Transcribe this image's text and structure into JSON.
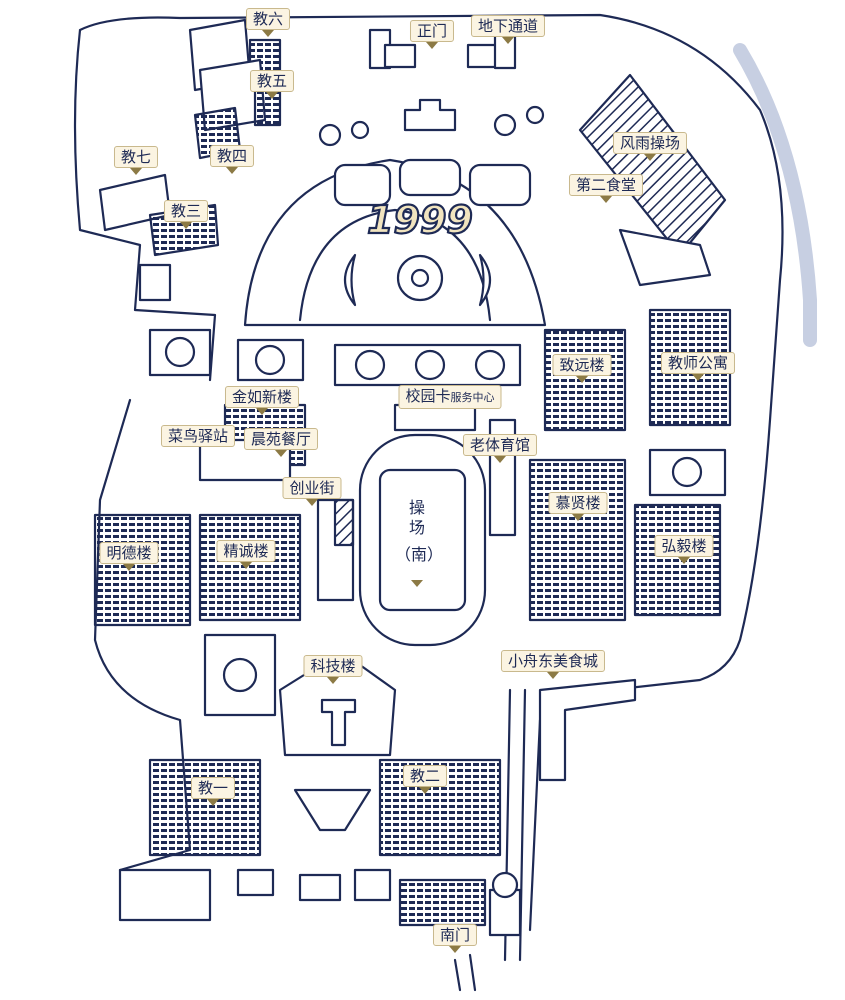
{
  "labels": {
    "jiaoliu": "教六",
    "zhengmen": "正门",
    "dixiatongdao": "地下通道",
    "jiaowu": "教五",
    "jiaoqi": "教七",
    "jiaosi": "教四",
    "fengyucaochang": "风雨操场",
    "dierShitang": "第二食堂",
    "jiaosan": "教三",
    "zhiyuanlou": "致远楼",
    "jiaoshigongyu": "教师公寓",
    "jinruxinlou": "金如新楼",
    "xiaoyuanka": "校园卡",
    "xiaoyuanka_sub": "服务中心",
    "cainiaoyizhan": "菜鸟驿站",
    "chenyuancanting": "晨苑餐厅",
    "laotiyuguan": "老体育馆",
    "chuangyejie": "创业街",
    "muxianlou": "慕贤楼",
    "mingdelou": "明德楼",
    "jingchenglou": "精诚楼",
    "hongyilou": "弘毅楼",
    "keji": "科技楼",
    "xiaozhou": "小舟东美食城",
    "jiaoyi": "教一",
    "jiaoer": "教二",
    "nanmen": "南门",
    "caochang_1": "操",
    "caochang_2": "场",
    "caochang_3": "（南）"
  },
  "emblem_text": "1999",
  "colors": {
    "line": "#1e2a55",
    "fill": "#ffffff",
    "label_bg": "#fbf4e2",
    "accent": "#f1e4bf",
    "shadow": "#dfe4ef"
  }
}
